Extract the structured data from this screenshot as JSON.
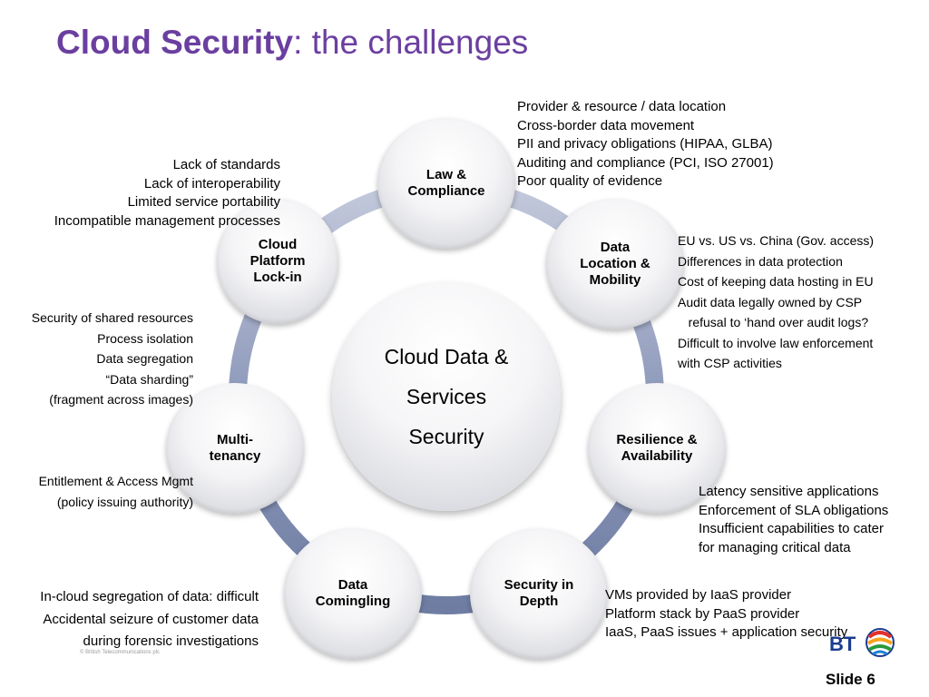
{
  "title": {
    "bold": "Cloud Security",
    "rest": ": the challenges"
  },
  "center": {
    "lines": [
      "Cloud Data &",
      "Services",
      "Security"
    ]
  },
  "nodes": {
    "law": [
      "Law &",
      "Compliance"
    ],
    "data_location": [
      "Data",
      "Location &",
      "Mobility"
    ],
    "resilience": [
      "Resilience &",
      "Availability"
    ],
    "security_depth": [
      "Security in",
      "Depth"
    ],
    "comingling": [
      "Data",
      "Comingling"
    ],
    "multitenancy": [
      "Multi-",
      "tenancy"
    ],
    "lockin": [
      "Cloud",
      "Platform",
      "Lock-in"
    ]
  },
  "notes": {
    "law": [
      "Provider & resource / data location",
      "Cross-border data movement",
      "PII and privacy obligations  (HIPAA, GLBA)",
      "Auditing and compliance (PCI, ISO 27001)",
      "Poor quality of evidence"
    ],
    "data_location": [
      "EU vs. US vs. China (Gov. access)",
      "Differences in data protection",
      "Cost of keeping data hosting in EU",
      "Audit data legally owned by CSP",
      "   refusal to ‘hand over audit logs?",
      "Difficult to involve law enforcement",
      "with CSP activities"
    ],
    "resilience": [
      "Latency sensitive applications",
      "Enforcement of SLA obligations",
      "Insufficient capabilities to cater",
      "for managing critical data"
    ],
    "security_depth": [
      "VMs provided by IaaS provider",
      "Platform stack by PaaS provider",
      "IaaS, PaaS issues + application security"
    ],
    "comingling": [
      "In-cloud segregation of data: difficult",
      "Accidental seizure of customer data",
      "during forensic investigations"
    ],
    "multitenancy_top": [
      "Security of shared resources",
      "Process isolation",
      "Data segregation",
      "“Data sharding”",
      "(fragment across images)"
    ],
    "multitenancy_bottom": [
      "Entitlement & Access Mgmt",
      "(policy issuing authority)"
    ],
    "lockin": [
      "Lack of standards",
      "Lack of interoperability",
      "Limited service portability",
      "Incompatible management processes"
    ]
  },
  "footer": {
    "copyright": "© British Telecommunications plc",
    "slide": "Slide 6",
    "logo_text": "BT"
  },
  "colors": {
    "title": "#6b3fa0",
    "ring": "#8b97b8"
  }
}
